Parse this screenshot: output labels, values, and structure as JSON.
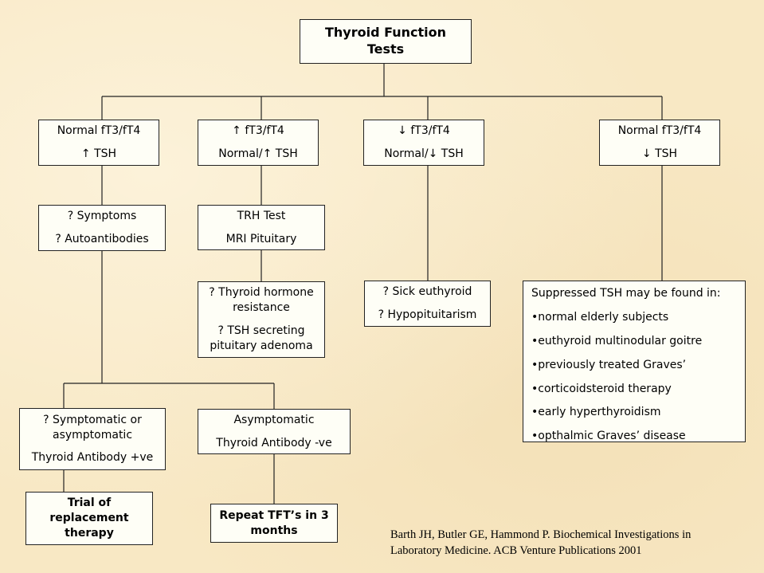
{
  "title": {
    "line1": "Thyroid Function",
    "line2": "Tests"
  },
  "branches": [
    {
      "line1": "Normal fT3/fT4",
      "line2": "↑ TSH"
    },
    {
      "line1": "↑ fT3/fT4",
      "line2": "Normal/↑ TSH"
    },
    {
      "line1": "↓ fT3/fT4",
      "line2": "Normal/↓ TSH"
    },
    {
      "line1": "Normal fT3/fT4",
      "line2": "↓ TSH"
    }
  ],
  "symptoms": {
    "line1": "? Symptoms",
    "line2": "? Autoantibodies"
  },
  "trh": {
    "line1": "TRH Test",
    "line2": "MRI Pituitary"
  },
  "resistance": {
    "line1": "? Thyroid hormone",
    "line2": "resistance",
    "line3": "? TSH secreting",
    "line4": "pituitary adenoma"
  },
  "sick": {
    "line1": "? Sick euthyroid",
    "line2": "? Hypopituitarism"
  },
  "suppressed": {
    "heading": "Suppressed TSH may be found in:",
    "items": [
      "•normal elderly subjects",
      "•euthyroid multinodular goitre",
      "•previously treated Graves’",
      "•corticoidsteroid therapy",
      "•early hyperthyroidism",
      "•opthalmic Graves’ disease"
    ]
  },
  "symptomatic": {
    "line1": "? Symptomatic or",
    "line2": "asymptomatic",
    "line3": "Thyroid Antibody +ve"
  },
  "asymptomatic": {
    "line1": "Asymptomatic",
    "line2": "Thyroid Antibody -ve"
  },
  "trial": {
    "line1": "Trial of",
    "line2": "replacement",
    "line3": "therapy"
  },
  "repeat": {
    "line1": "Repeat TFT’s in 3",
    "line2": "months"
  },
  "citation": {
    "line1": "Barth JH, Butler GE, Hammond P. Biochemical Investigations in",
    "line2": "Laboratory Medicine. ACB Venture Publications 2001"
  }
}
